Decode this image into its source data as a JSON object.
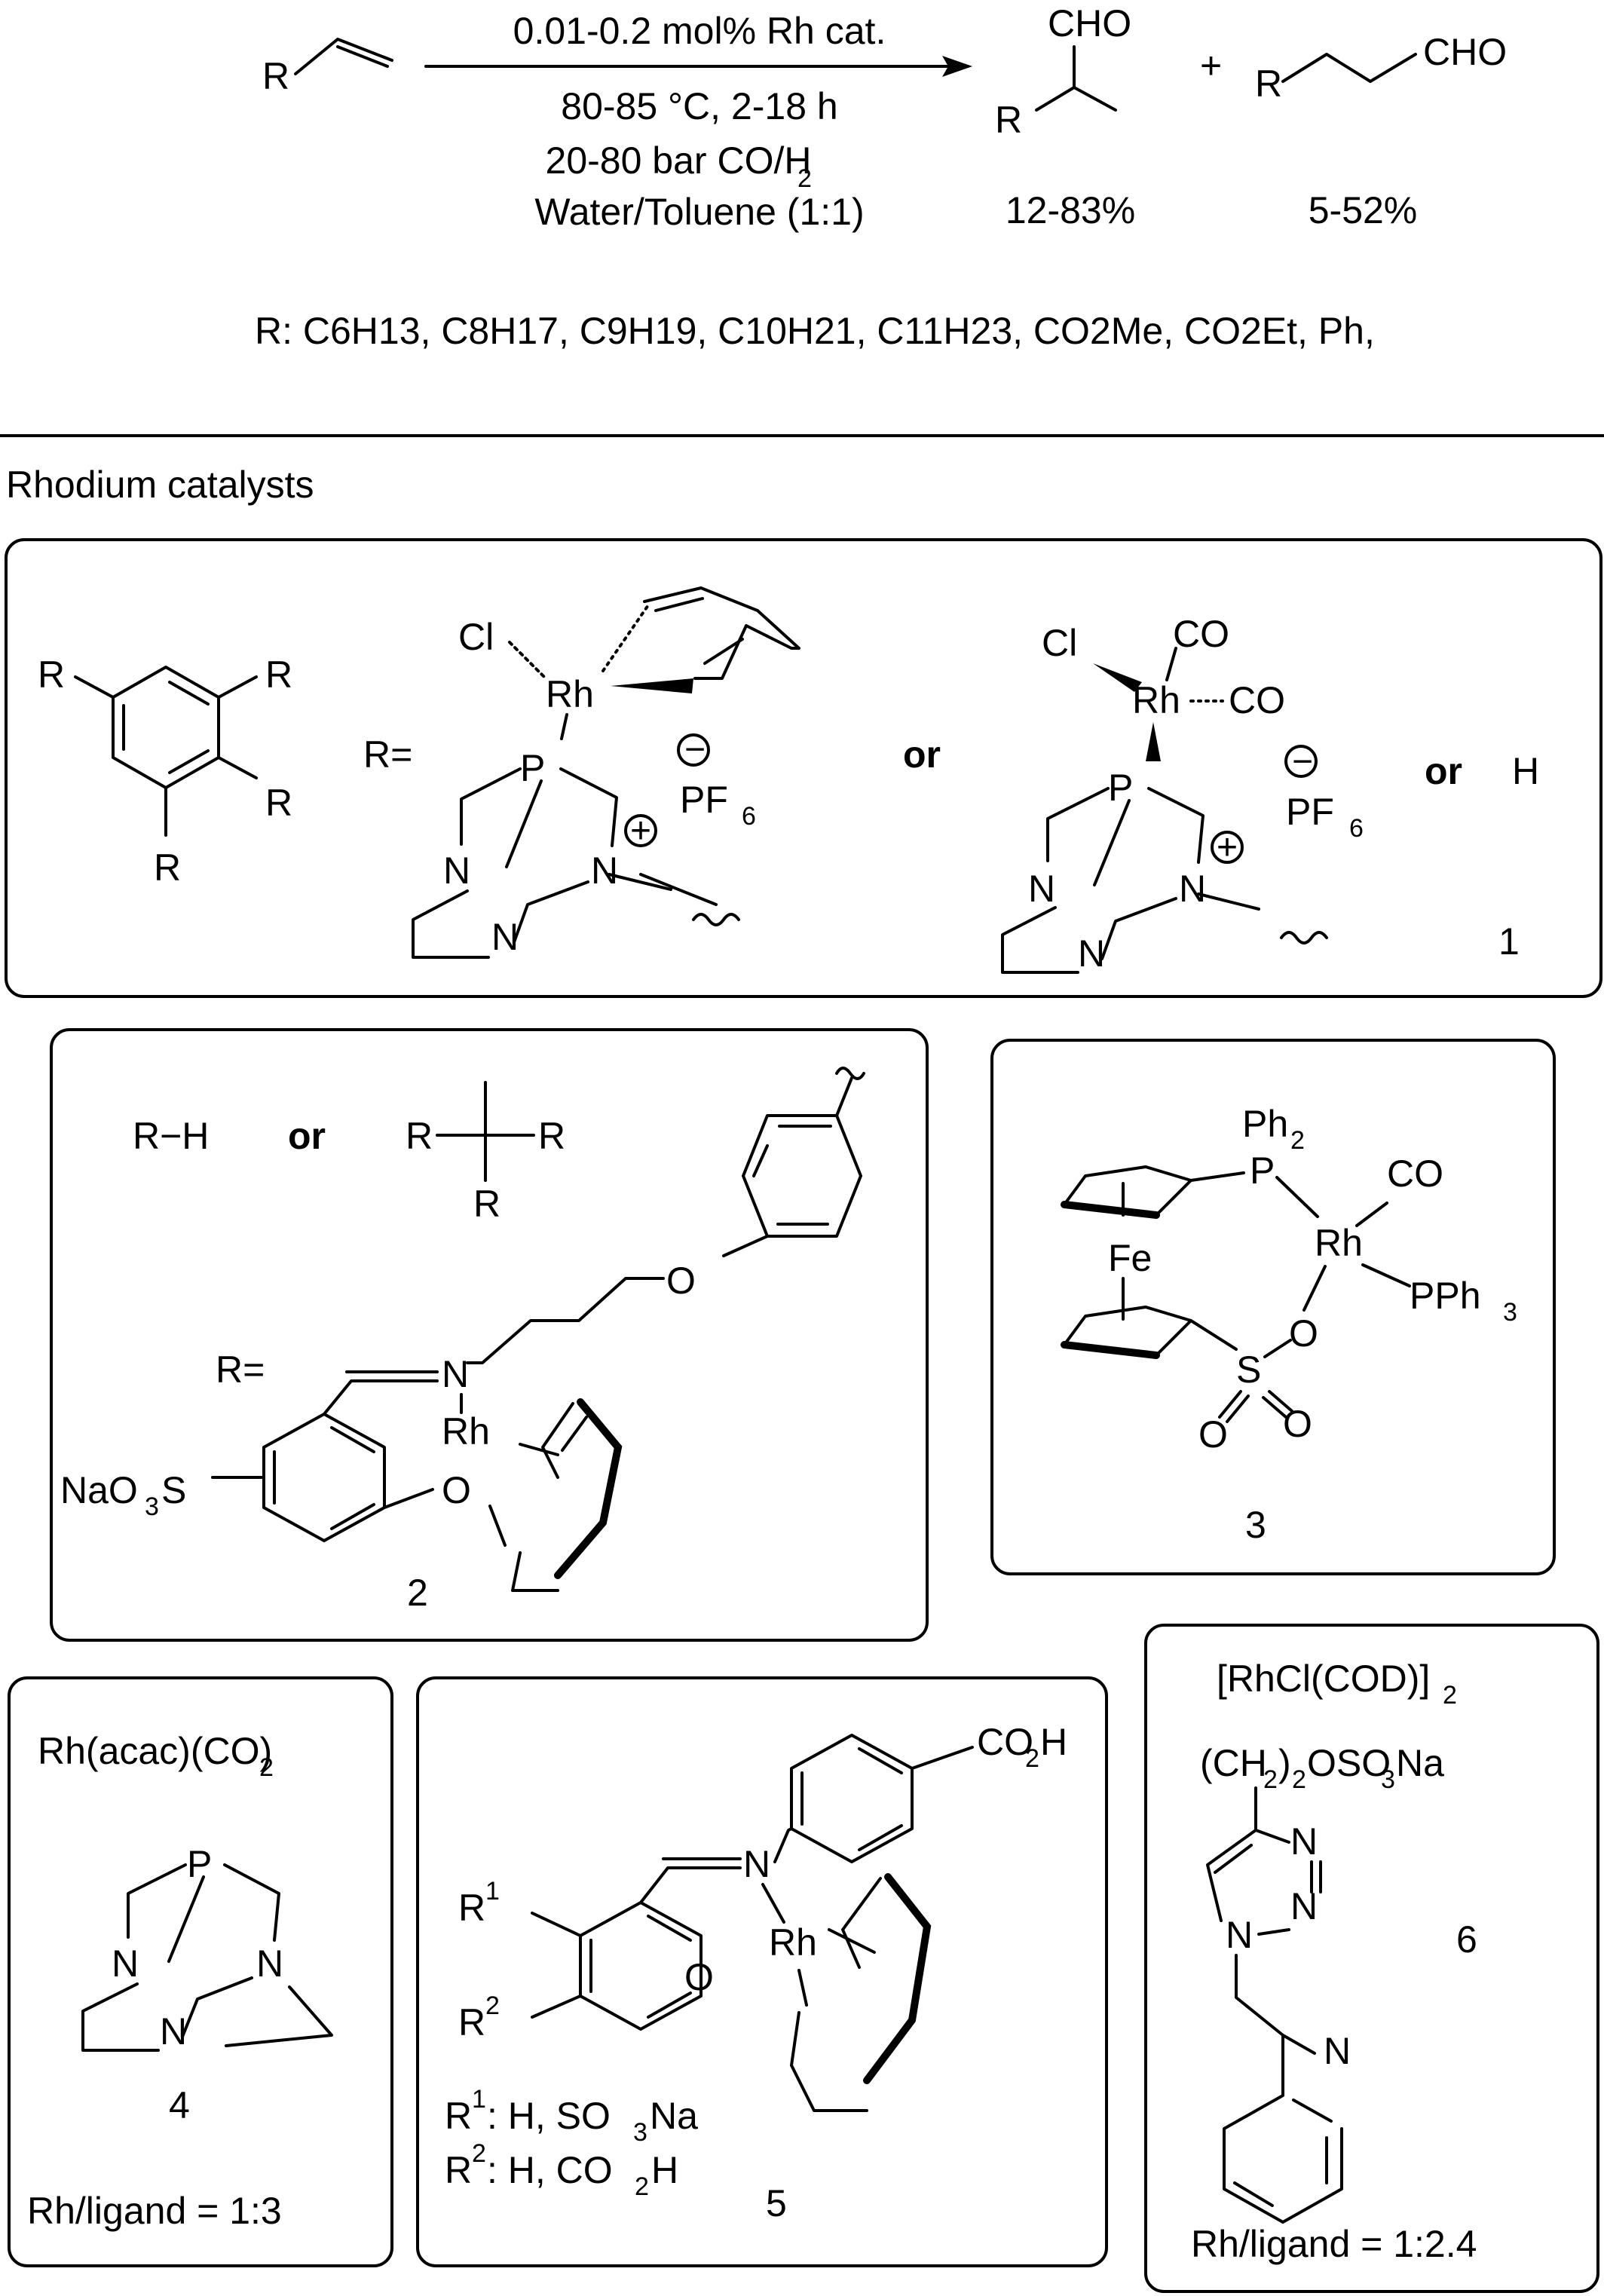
{
  "reaction": {
    "substrate_R": "R",
    "arrow_top": "0.01-0.2 mol% Rh cat.",
    "cond_1": "80-85 °C, 2-18 h",
    "cond_2_base": "20-80 bar CO/H",
    "cond_2_sub": "2",
    "cond_3": "Water/Toluene (1:1)",
    "branched_cho": "CHO",
    "branched_r": "R",
    "plus": "+",
    "linear_r": "R",
    "linear_cho": "CHO",
    "yield_branched": "12-83%",
    "yield_linear": "5-52%",
    "r_groups": "R: C6H13, C8H17, C9H19, C10H21, C11H23, CO2Me, CO2Et, Ph,"
  },
  "section_title": "Rhodium catalysts",
  "cat1": {
    "number": "1",
    "r_label": "R=",
    "or1": "or",
    "or2": "or",
    "h": "H",
    "r": "R",
    "cl": "Cl",
    "rh": "Rh",
    "p": "P",
    "n": "N",
    "co": "CO",
    "pf": "PF",
    "six": "6",
    "plus_sign": "+",
    "minus_sign": "−"
  },
  "cat2": {
    "number": "2",
    "rh_label": "R−H",
    "or": "or",
    "r": "R",
    "r_eq": "R=",
    "n": "N",
    "o": "O",
    "rh": "Rh",
    "naos": "NaO",
    "three": "3",
    "s": "S"
  },
  "cat3": {
    "number": "3",
    "ph2": "Ph",
    "two": "2",
    "p": "P",
    "rh": "Rh",
    "co": "CO",
    "pph3": "PPh",
    "three": "3",
    "fe": "Fe",
    "o": "O",
    "s": "S"
  },
  "cat4": {
    "number": "4",
    "title_a": "Rh(acac)(CO)",
    "title_sub": "2",
    "p": "P",
    "n": "N",
    "ratio": "Rh/ligand = 1:3"
  },
  "cat5": {
    "number": "5",
    "r": "R",
    "one": "1",
    "two": "2",
    "co2h": "CO",
    "h": "H",
    "n": "N",
    "o": "O",
    "rh": "Rh",
    "r1_values": ": H, SO",
    "r1_tail": "Na",
    "r2_values": ": H, CO",
    "r2_tail": "H",
    "sub3": "3",
    "sub2": "2"
  },
  "cat6": {
    "number": "6",
    "title_a": "[RhCl(COD)]",
    "title_sub": "2",
    "chain_a": "(CH",
    "chain_b": ")",
    "chain_c": "OSO",
    "chain_d": "Na",
    "two": "2",
    "three": "3",
    "n": "N",
    "ratio": "Rh/ligand = 1:2.4"
  }
}
